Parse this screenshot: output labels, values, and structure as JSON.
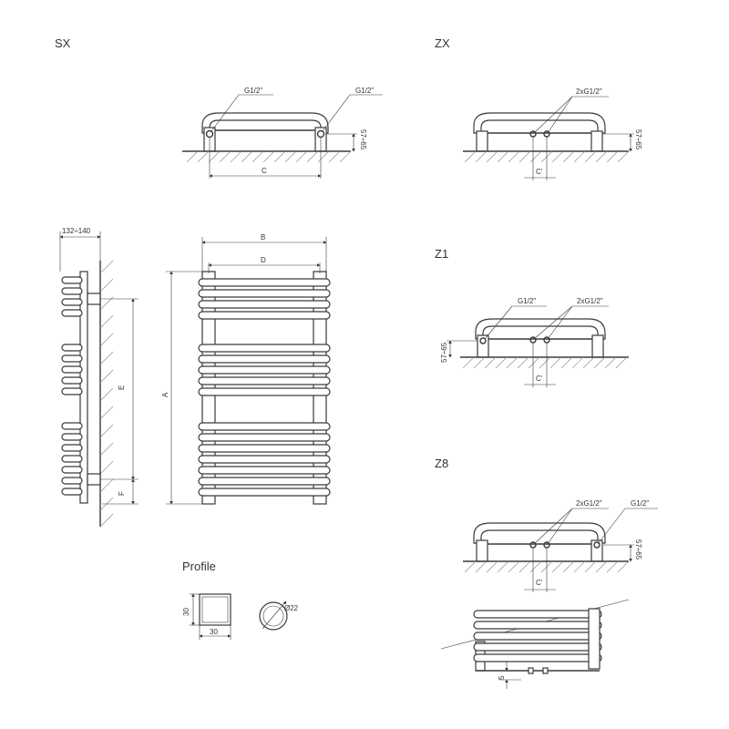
{
  "views": {
    "sx": {
      "title": "SX",
      "conn_left": "G1/2\"",
      "conn_right": "G1/2\"",
      "dim_c": "C",
      "dim_height": "57÷65"
    },
    "zx": {
      "title": "ZX",
      "conn": "2xG1/2\"",
      "dim_c": "C'",
      "dim_height": "57÷65"
    },
    "z1": {
      "title": "Z1",
      "conn_left": "G1/2\"",
      "conn_pair": "2xG1/2\"",
      "dim_c": "C'",
      "dim_height": "57÷65"
    },
    "z8": {
      "title": "Z8",
      "conn_pair": "2xG1/2\"",
      "conn_right": "G1/2\"",
      "dim_c": "C'",
      "dim_height": "57÷65"
    },
    "side": {
      "dim_depth": "132÷140",
      "dim_e": "E",
      "dim_f": "F"
    },
    "front": {
      "dim_a": "A",
      "dim_b": "B",
      "dim_d": "D"
    },
    "profile": {
      "title": "Profile",
      "square_h": "30",
      "square_w": "30",
      "round_d": "Ø22"
    },
    "bottom": {
      "dim_5": "5"
    }
  },
  "colors": {
    "line": "#3a3a3a",
    "hatch": "#8a8a8a",
    "text": "#333333"
  }
}
